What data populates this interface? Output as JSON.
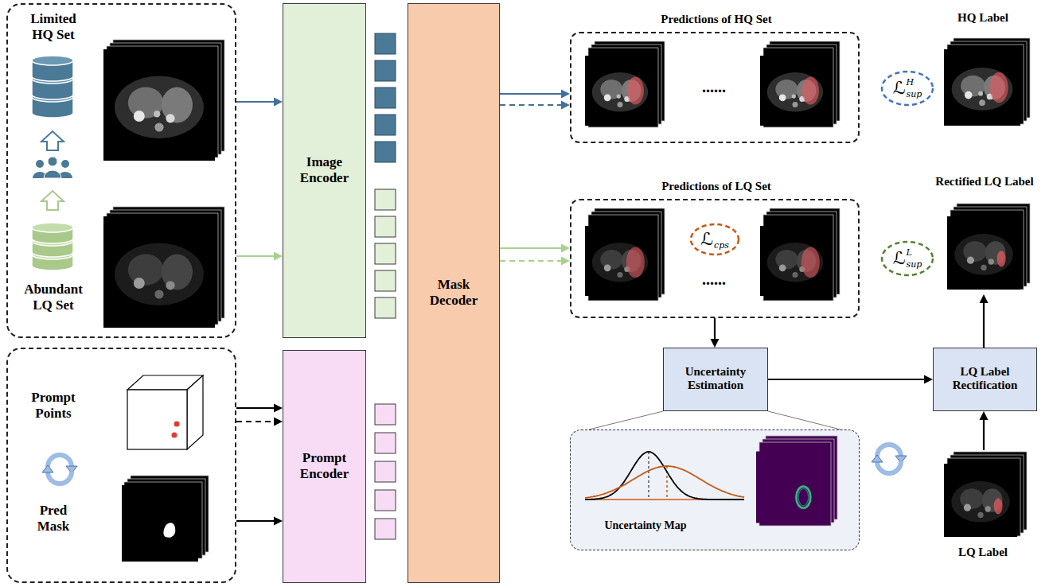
{
  "diagram": {
    "nodes": [
      {
        "text": [
          "Limited HQ Set",
          "Abundant LQ Set"
        ]
      },
      {
        "text": [
          "Prompt Points",
          "Pred Mask"
        ]
      },
      {
        "text": [
          "Image Encoder"
        ]
      },
      {
        "text": [
          "Prompt Encoder"
        ]
      },
      {
        "text": [
          "Mask Decoder"
        ]
      },
      {
        "text": [
          "Predictions of HQ Set",
          "......"
        ]
      },
      {
        "text": [
          "ℒ",
          "sup",
          "H"
        ]
      },
      {
        "text": [
          "HQ Label"
        ]
      },
      {
        "text": [
          "Predictions of LQ Set",
          "......"
        ]
      },
      {
        "text": [
          "ℒ",
          "cps"
        ],
        "in": 8
      },
      {
        "text": [
          "ℒ",
          "sup",
          "L"
        ]
      },
      {
        "text": [
          "Rectified LQ Label"
        ]
      },
      {
        "text": [
          "Uncertainty Estimation"
        ]
      },
      {
        "text": [
          "LQ Label Rectification"
        ]
      },
      {
        "text": [
          "Uncertainty Map"
        ]
      },
      {
        "text": [
          "LQ Label"
        ]
      }
    ],
    "edges": [
      {
        "from": 0,
        "to": 2,
        "arrow": "to"
      },
      {
        "from": 0,
        "to": 2,
        "arrow": "to"
      },
      {
        "from": 1,
        "to": 3,
        "arrow": "to"
      },
      {
        "from": 1,
        "to": 3,
        "arrow": "to"
      },
      {
        "from": 1,
        "to": 3,
        "arrow": "to"
      },
      {
        "from": 4,
        "to": 5,
        "arrow": "to"
      },
      {
        "from": 4,
        "to": 5,
        "arrow": "to"
      },
      {
        "from": 4,
        "to": 8,
        "arrow": "to"
      },
      {
        "from": 4,
        "to": 8,
        "arrow": "to"
      },
      {
        "from": 8,
        "to": 12,
        "arrow": "to"
      },
      {
        "from": 12,
        "to": 13,
        "arrow": "to"
      },
      {
        "from": 15,
        "to": 13,
        "arrow": "to"
      },
      {
        "from": 13,
        "to": 11,
        "arrow": "to"
      },
      {
        "from": 12,
        "to": 14,
        "arrow": "none"
      },
      {
        "from": 12,
        "to": 14,
        "arrow": "none"
      }
    ]
  }
}
